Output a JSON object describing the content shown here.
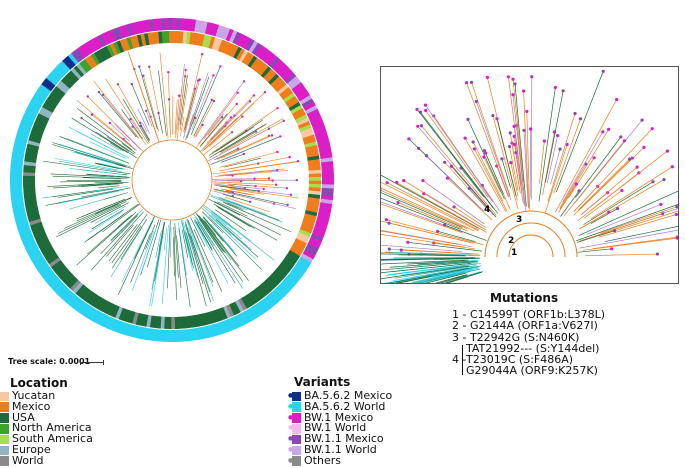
{
  "tree_scale": {
    "label": "Tree scale: 0.0001"
  },
  "location": {
    "title": "Location",
    "items": [
      {
        "label": "Yucatan",
        "color": "#f7c9a0"
      },
      {
        "label": "Mexico",
        "color": "#f07d1a"
      },
      {
        "label": "USA",
        "color": "#1e6b3a"
      },
      {
        "label": "North America",
        "color": "#3aa52a"
      },
      {
        "label": "South America",
        "color": "#a5e04a"
      },
      {
        "label": "Europe",
        "color": "#94b4c4"
      },
      {
        "label": "World",
        "color": "#8a8a8a"
      }
    ]
  },
  "variants": {
    "title": "Variants",
    "items": [
      {
        "label": "BA.5.6.2 Mexico",
        "color": "#0d2f8a",
        "mark": "#0d2f8a"
      },
      {
        "label": "BA.5.6.2 World",
        "color": "#29d3f2",
        "mark": "#29d3f2"
      },
      {
        "label": "BW.1 Mexico",
        "color": "#dc1dc8",
        "mark": "#dc1dc8"
      },
      {
        "label": "BW.1 World",
        "color": "#f7b6ec",
        "mark": "#f7b6ec"
      },
      {
        "label": "BW.1.1 Mexico",
        "color": "#8a48b5",
        "mark": "#8a48b5"
      },
      {
        "label": "BW.1.1 World",
        "color": "#c9a7e6",
        "mark": "#c9a7e6"
      },
      {
        "label": "Others",
        "color": "#8a8a8a",
        "mark": "#8a8a8a"
      }
    ]
  },
  "mutations": {
    "title": "Mutations",
    "items": [
      "1 - C14599T (ORF1b:L378L)",
      "2 - G2144A (ORF1a:V627I)",
      "3 - T22942G (S:N460K)"
    ],
    "group4": {
      "number": "4 -",
      "items": [
        "TAT21992--- (S:Y144del)",
        "T23019C (S:F486A)",
        "G29044A (ORF9:K257K)"
      ]
    }
  },
  "node_labels": [
    "1",
    "2",
    "3",
    "4"
  ]
}
